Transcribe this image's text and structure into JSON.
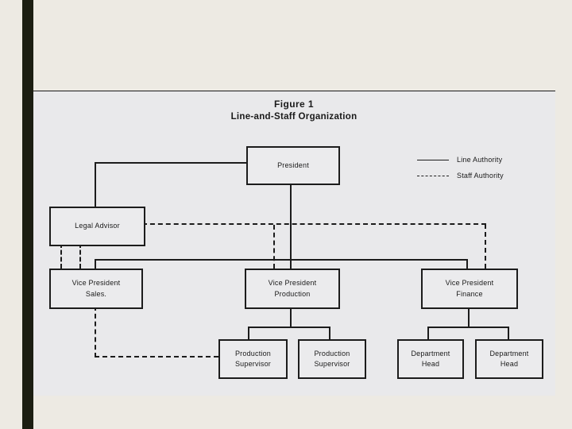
{
  "figure": {
    "title_line1": "Figure 1",
    "title_line2": "Line-and-Staff Organization"
  },
  "legend": {
    "line_authority_label": "Line Authority",
    "staff_authority_label": "Staff Authority"
  },
  "nodes": {
    "president": {
      "label": "President"
    },
    "legal_advisor": {
      "label": "Legal Advisor"
    },
    "vp_sales": {
      "line1": "Vice President",
      "line2": "Sales."
    },
    "vp_production": {
      "line1": "Vice President",
      "line2": "Production"
    },
    "vp_finance": {
      "line1": "Vice President",
      "line2": "Finance"
    },
    "production_supervisor_1": {
      "line1": "Production",
      "line2": "Supervisor"
    },
    "production_supervisor_2": {
      "line1": "Production",
      "line2": "Supervisor"
    },
    "department_head_1": {
      "line1": "Department",
      "line2": "Head"
    },
    "department_head_2": {
      "line1": "Department",
      "line2": "Head"
    }
  },
  "relationships": {
    "line_authority": [
      "President -> Vice President Sales",
      "President -> Vice President Production",
      "President -> Vice President Finance",
      "President -> Legal Advisor",
      "Vice President Production -> Production Supervisor (x2)",
      "Vice President Finance -> Department Head (x2)"
    ],
    "staff_authority": [
      "Legal Advisor -> Vice President Sales",
      "Legal Advisor -> Vice President Production",
      "Legal Advisor -> Vice President Finance",
      "Vice President Sales -> Production Supervisor 1"
    ]
  },
  "colors": {
    "page_background": "#edeae3",
    "accent_bar": "#1c1e12",
    "panel_background": "#e9e9eb",
    "node_fill": "#ebebed",
    "line_color": "#1c1c1c"
  }
}
